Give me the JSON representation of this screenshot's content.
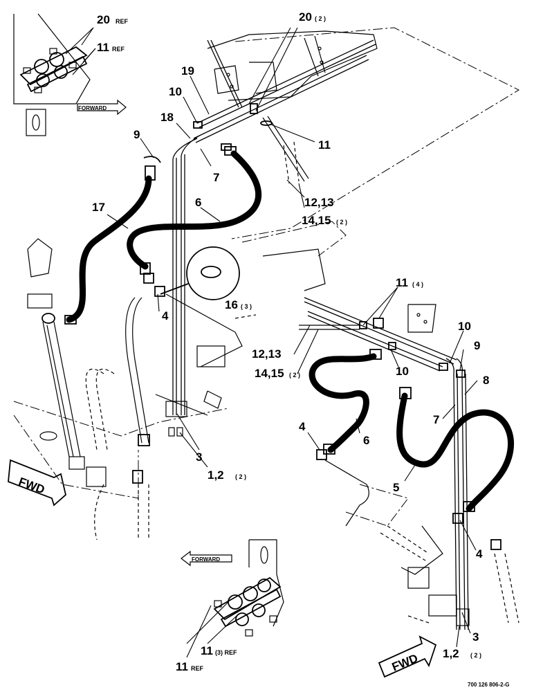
{
  "labels": {
    "l20ref": "20",
    "l20ref_sup": "REF",
    "l11ref_top": "11",
    "l11ref_top_sup": "REF",
    "forward_top": "FORWARD",
    "l20_2": "20",
    "l20_2_sup": "( 2 )",
    "l19": "19",
    "l10a": "10",
    "l18": "18",
    "l9a": "9",
    "l7a": "7",
    "l11a": "11",
    "l17": "17",
    "l6a": "6",
    "l12_13a": "12,13",
    "l14_15a": "14,15",
    "l14_15a_sup": "( 2 )",
    "l16": "16",
    "l16_sup": "( 3 )",
    "l4a": "4",
    "l3a": "3",
    "l1_2a": "1,2",
    "l1_2a_sup": "( 2 )",
    "fwd_left": "FWD",
    "l11_4": "11",
    "l11_4_sup": "( 4 )",
    "l10b": "10",
    "l9b": "9",
    "l12_13b": "12,13",
    "l14_15b": "14,15",
    "l14_15b_sup": "( 2 )",
    "l10c": "10",
    "l8": "8",
    "l7b": "7",
    "l4b": "4",
    "l6b": "6",
    "l5": "5",
    "l4c": "4",
    "l3b": "3",
    "l1_2b": "1,2",
    "l1_2b_sup": "( 2 )",
    "forward_bottom": "FORWARD",
    "l11ref_b1": "11",
    "l11ref_b1_sup": "(3) REF",
    "l11ref_b2": "11",
    "l11ref_b2_sup": "REF",
    "fwd_right": "FWD",
    "drawing_no": "700 126 806-2-G"
  }
}
